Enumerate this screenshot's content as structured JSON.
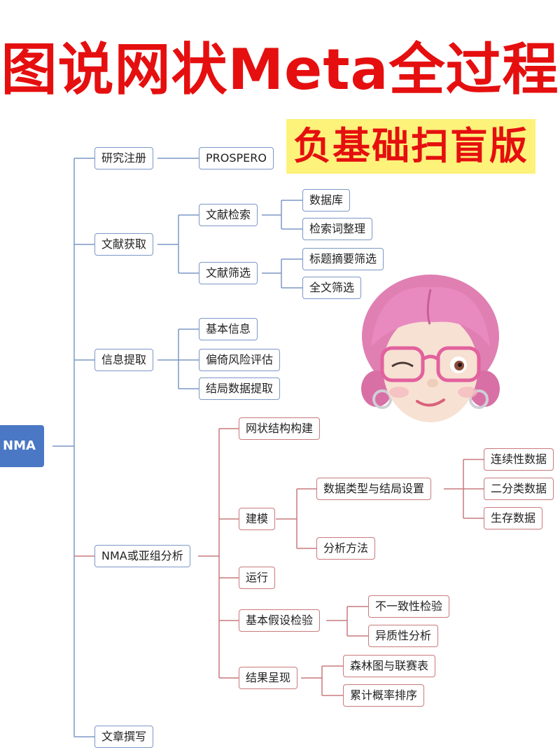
{
  "title": "图说网状Meta全过程",
  "subtitle": "负基础扫盲版",
  "root": "NMA",
  "branches": {
    "registration": {
      "label": "研究注册",
      "children": [
        "PROSPERO"
      ]
    },
    "acquisition": {
      "label": "文献获取",
      "search": {
        "label": "文献检索",
        "children": [
          "数据库",
          "检索词整理"
        ]
      },
      "screening": {
        "label": "文献筛选",
        "children": [
          "标题摘要筛选",
          "全文筛选"
        ]
      }
    },
    "extraction": {
      "label": "信息提取",
      "children": [
        "基本信息",
        "偏倚风险评估",
        "结局数据提取"
      ]
    },
    "analysis": {
      "label": "NMA或亚组分析",
      "network": "网状结构构建",
      "modeling": {
        "label": "建模",
        "datatype": {
          "label": "数据类型与结局设置",
          "children": [
            "连续性数据",
            "二分类数据",
            "生存数据"
          ]
        },
        "method": "分析方法"
      },
      "run": "运行",
      "assumption": {
        "label": "基本假设检验",
        "children": [
          "不一致性检验",
          "异质性分析"
        ]
      },
      "results": {
        "label": "结果呈现",
        "children": [
          "森林图与联赛表",
          "累计概率排序"
        ]
      }
    },
    "writing": {
      "label": "文章撰写"
    }
  },
  "colors": {
    "title": "#e50f0f",
    "badge": "#fdf27a",
    "root": "#4a78c5",
    "blue_line": "#7b98c5",
    "red_line": "#c97a7d"
  },
  "avatar_icon": "memoji-avatar-icon"
}
